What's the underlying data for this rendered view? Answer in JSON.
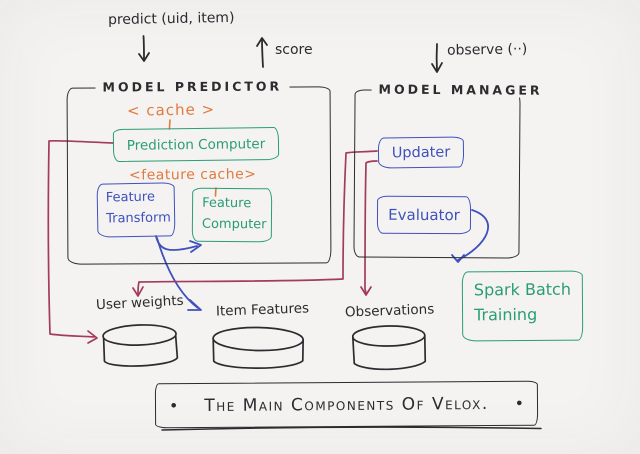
{
  "colors": {
    "paper": "#f4f3f1",
    "ink": "#2b2b30",
    "green": "#2a9d74",
    "blue": "#3e51bd",
    "orange": "#e07a3e",
    "crimson": "#a33b5e"
  },
  "annotations": {
    "predict": "predict (uid, item)",
    "score": "score",
    "observe": "observe (··)"
  },
  "model_predictor": {
    "title": "MODEL PREDICTOR",
    "cache_label": "< cache >",
    "prediction_computer": "Prediction Computer",
    "feature_cache_label": "<feature cache>",
    "feature_transform": "Feature Transform",
    "feature_computer": "Feature Computer"
  },
  "model_manager": {
    "title": "MODEL MANAGER",
    "updater": "Updater",
    "evaluator": "Evaluator"
  },
  "spark_batch_training": "Spark Batch Training",
  "datastores": {
    "user_weights": "User weights",
    "item_features": "Item Features",
    "observations": "Observations"
  },
  "caption": {
    "text": "The Main Components Of Velox.",
    "bullet": "•"
  }
}
